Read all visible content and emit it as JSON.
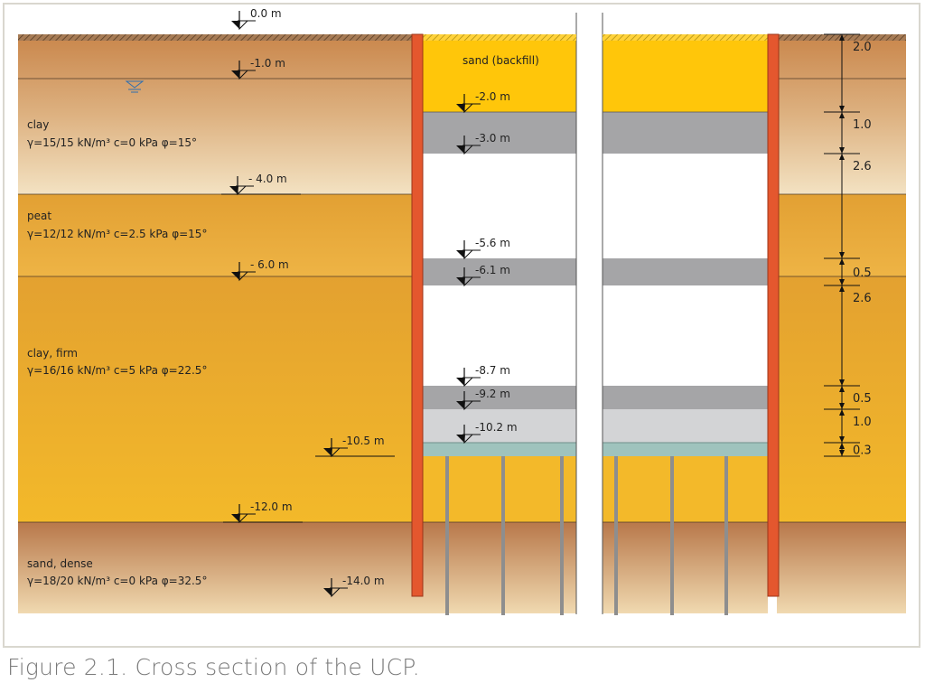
{
  "caption": "Figure 2.1. Cross section of the UCP.",
  "colors": {
    "sheet_pile": "#e4572e",
    "backfill": "#ffc60a",
    "excavation_gray": "#a5a5a7",
    "light_gray": "#d3d4d6",
    "slab": "#9fc3bd",
    "pile": "#8e8e8e"
  },
  "soils": [
    {
      "name": "clay",
      "props": "γ=15/15 kN/m³ c=0 kPa φ=15°",
      "top": 0.0,
      "bottom": -4.0
    },
    {
      "name": "peat",
      "props": "γ=12/12 kN/m³ c=2.5 kPa φ=15°",
      "top": -4.0,
      "bottom": -6.0
    },
    {
      "name": "clay, firm",
      "props": "γ=16/16 kN/m³ c=5 kPa φ=22.5°",
      "top": -6.0,
      "bottom": -12.0
    },
    {
      "name": "sand, dense",
      "props": "γ=18/20 kN/m³ c=0 kPa φ=32.5°",
      "top": -12.0,
      "bottom": -14.0
    }
  ],
  "backfill_label": "sand (backfill)",
  "left_levels": [
    {
      "label": "0.0 m",
      "depth": 0.0,
      "col": 1
    },
    {
      "label": "-1.0 m",
      "depth": -1.0,
      "col": 1
    },
    {
      "label": "- 4.0 m",
      "depth": -4.0,
      "col": 0
    },
    {
      "label": "- 6.0 m",
      "depth": -6.0,
      "col": 1
    },
    {
      "label": "-10.5 m",
      "depth": -10.5,
      "col": 2
    },
    {
      "label": "-12.0 m",
      "depth": -12.0,
      "col": 1
    },
    {
      "label": "-14.0 m",
      "depth": -14.0,
      "col": 2
    }
  ],
  "excavation_levels": [
    {
      "label": "-2.0 m",
      "depth": -2.0
    },
    {
      "label": "-3.0 m",
      "depth": -3.0
    },
    {
      "label": "-5.6 m",
      "depth": -5.6
    },
    {
      "label": "-6.1 m",
      "depth": -6.1
    },
    {
      "label": "-8.7 m",
      "depth": -8.7
    },
    {
      "label": "-9.2 m",
      "depth": -9.2
    },
    {
      "label": "-10.2 m",
      "depth": -10.2
    }
  ],
  "dimensions": [
    {
      "label": "2.0",
      "from": 0.0,
      "to": -2.0
    },
    {
      "label": "1.0",
      "from": -2.0,
      "to": -3.0
    },
    {
      "label": "2.6",
      "from": -3.0,
      "to": -5.6
    },
    {
      "label": "0.5",
      "from": -5.6,
      "to": -6.1
    },
    {
      "label": "2.6",
      "from": -6.1,
      "to": -8.7
    },
    {
      "label": "0.5",
      "from": -8.7,
      "to": -9.2
    },
    {
      "label": "1.0",
      "from": -9.2,
      "to": -10.2
    },
    {
      "label": "0.3",
      "from": -10.2,
      "to": -10.5
    }
  ]
}
